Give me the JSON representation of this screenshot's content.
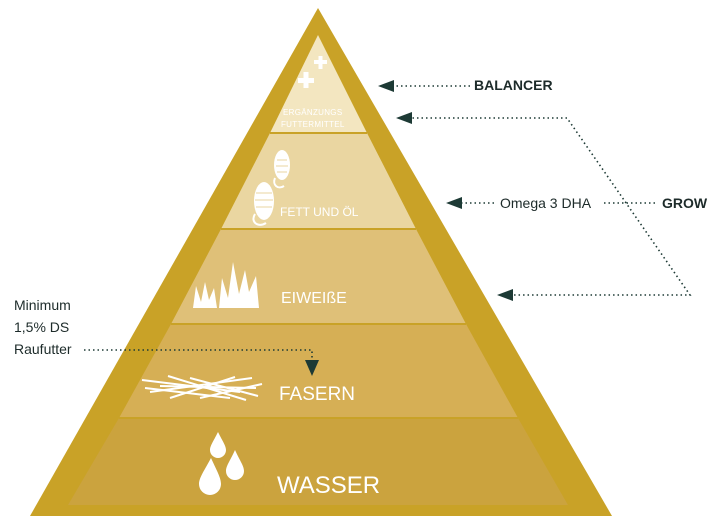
{
  "tiers": [
    {
      "id": "erganzungsfuttermittel",
      "label_line1": "ERGÄNZUNGS",
      "label_line2": "FUTTERMITTEL",
      "icon": "plus-icon",
      "color": "#f3e6c0"
    },
    {
      "id": "fett-und-ol",
      "label": "FETT UND ÖL",
      "icon": "corn-icon",
      "color": "#ead6a1"
    },
    {
      "id": "eiweisse",
      "label": "EIWEIßE",
      "icon": "grass-icon",
      "color": "#dfc078"
    },
    {
      "id": "fasern",
      "label": "FASERN",
      "icon": "straw-icon",
      "color": "#d6af55"
    },
    {
      "id": "wasser",
      "label": "WASSER",
      "icon": "water-drops-icon",
      "color": "#cba33e"
    }
  ],
  "pyramid_border_color": "#c9a227",
  "side_labels": {
    "balancer": "BALANCER",
    "omega": "Omega 3 DHA",
    "grow": "GROW",
    "minimum_line1": "Minimum",
    "minimum_line2": "1,5% DS",
    "minimum_line3": "Raufutter"
  },
  "arrow_color": "#1d3a35"
}
